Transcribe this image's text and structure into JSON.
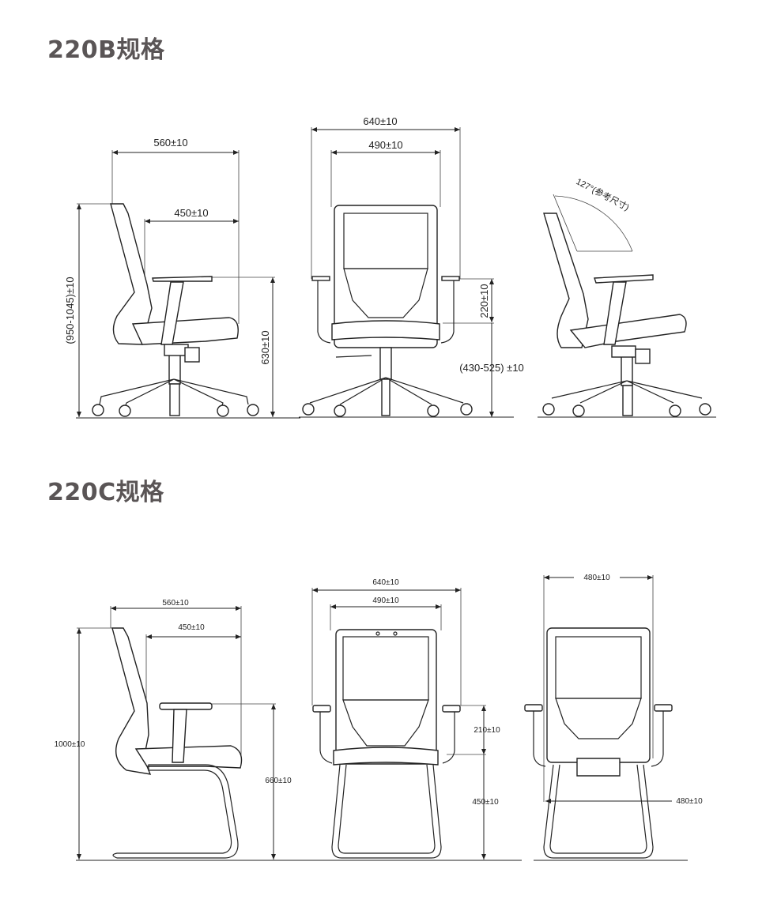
{
  "sections": [
    {
      "title": "220B规格",
      "views": {
        "side": {
          "overall_depth": "560±10",
          "seat_depth": "450±10",
          "overall_height": "(950-1045)±10",
          "armrest_height": "630±10"
        },
        "front": {
          "overall_width": "640±10",
          "back_width": "490±10",
          "armrest_above_seat": "220±10",
          "seat_height": "(430-525)  ±10"
        },
        "recline": {
          "angle_label": "127°(参考尺寸)"
        }
      }
    },
    {
      "title": "220C规格",
      "views": {
        "side": {
          "overall_depth": "560±10",
          "seat_depth": "450±10",
          "overall_height": "1000±10",
          "armrest_height": "660±10"
        },
        "front": {
          "overall_width": "640±10",
          "back_width": "490±10",
          "armrest_above_seat": "210±10",
          "seat_height": "450±10"
        },
        "back": {
          "back_width": "480±10",
          "base_width": "480±10"
        }
      }
    }
  ]
}
